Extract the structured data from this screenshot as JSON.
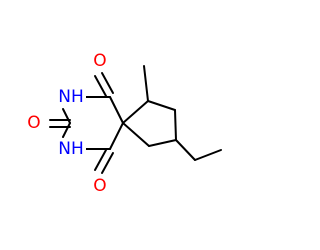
{
  "molecule": {
    "atoms": [
      {
        "symbol": "O",
        "color": "#ff0000"
      },
      {
        "symbol": "NH",
        "color": "#0000ff"
      },
      {
        "symbol": "O",
        "color": "#ff0000"
      },
      {
        "symbol": "NH",
        "color": "#0000ff"
      },
      {
        "symbol": "O",
        "color": "#ff0000"
      }
    ],
    "bond_color": "#000000"
  }
}
